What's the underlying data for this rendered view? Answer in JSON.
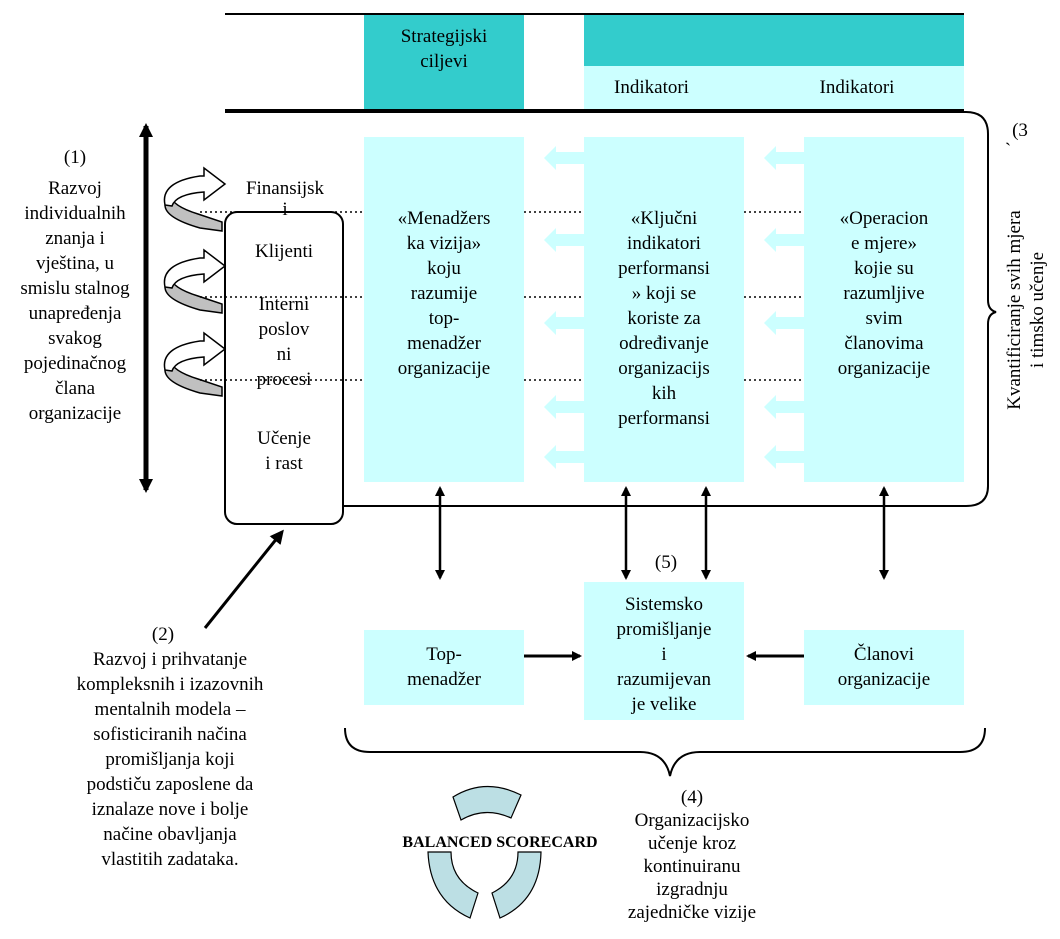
{
  "header": {
    "strategic_goals": [
      "Strategijski",
      "ciljevi"
    ],
    "indicators_left": "Indikatori",
    "indicators_right": "Indikatori"
  },
  "label1": {
    "number": "(1)",
    "lines": [
      "Razvoj",
      "individualnih",
      "znanja i",
      "vještina, u",
      "smislu stalnog",
      "unapređenja",
      "svakog",
      "pojedinačnog",
      "člana",
      "organizacije"
    ]
  },
  "perspectives": {
    "finance": [
      "Finansijsk",
      "i"
    ],
    "clients": "Klijenti",
    "internal": [
      "Interni",
      "poslov",
      "ni",
      "procesi"
    ],
    "learning": [
      "Učenje",
      "i rast"
    ]
  },
  "columns": {
    "vision": [
      "«Menadžers",
      "ka vizija»",
      "koju",
      "razumije",
      "top-",
      "menadžer",
      "organizacije"
    ],
    "kpi": [
      "«Ključni",
      "indikatori",
      "performansi",
      "» koji se",
      "koriste za",
      "određivanje",
      "organizacijs",
      "kih",
      "performansi"
    ],
    "operational": [
      "«Operacion",
      "e mjere»",
      "kojie su",
      "razumljive",
      "svim",
      "članovima",
      "organizacije"
    ]
  },
  "label3": {
    "number": "(3",
    "tick": "`",
    "lines": [
      "Kvantificiranje svih mjera",
      "i timsko učenje"
    ]
  },
  "label2": {
    "number": "(2)",
    "lines": [
      "Razvoj i prihvatanje",
      "kompleksnih i izazovnih",
      "mentalnih modela –",
      "sofisticiranih načina",
      "promišljanja koji",
      "podstiču zaposlene da",
      "iznalaze nove i bolje",
      "načine obavljanja",
      "vlastitih zadataka."
    ]
  },
  "bottom": {
    "number5": "(5)",
    "top_manager": [
      "Top-",
      "menadžer"
    ],
    "systemic": [
      "Sistemsko",
      "promišljanje",
      "i",
      "razumijevan",
      "je velike"
    ],
    "members": [
      "Članovi",
      "organizacije"
    ]
  },
  "label4": {
    "number": "(4)",
    "lines": [
      "Organizacijsko",
      "učenje kroz",
      "kontinuiranu",
      "izgradnju",
      "zajedničke vizije"
    ]
  },
  "bsc_label": "BALANCED SCORECARD",
  "colors": {
    "teal": "#33cccc",
    "light_cyan": "#ccffff",
    "bsc_ring": "#bcdfe4",
    "curl_shade": "#c0c0c0"
  }
}
